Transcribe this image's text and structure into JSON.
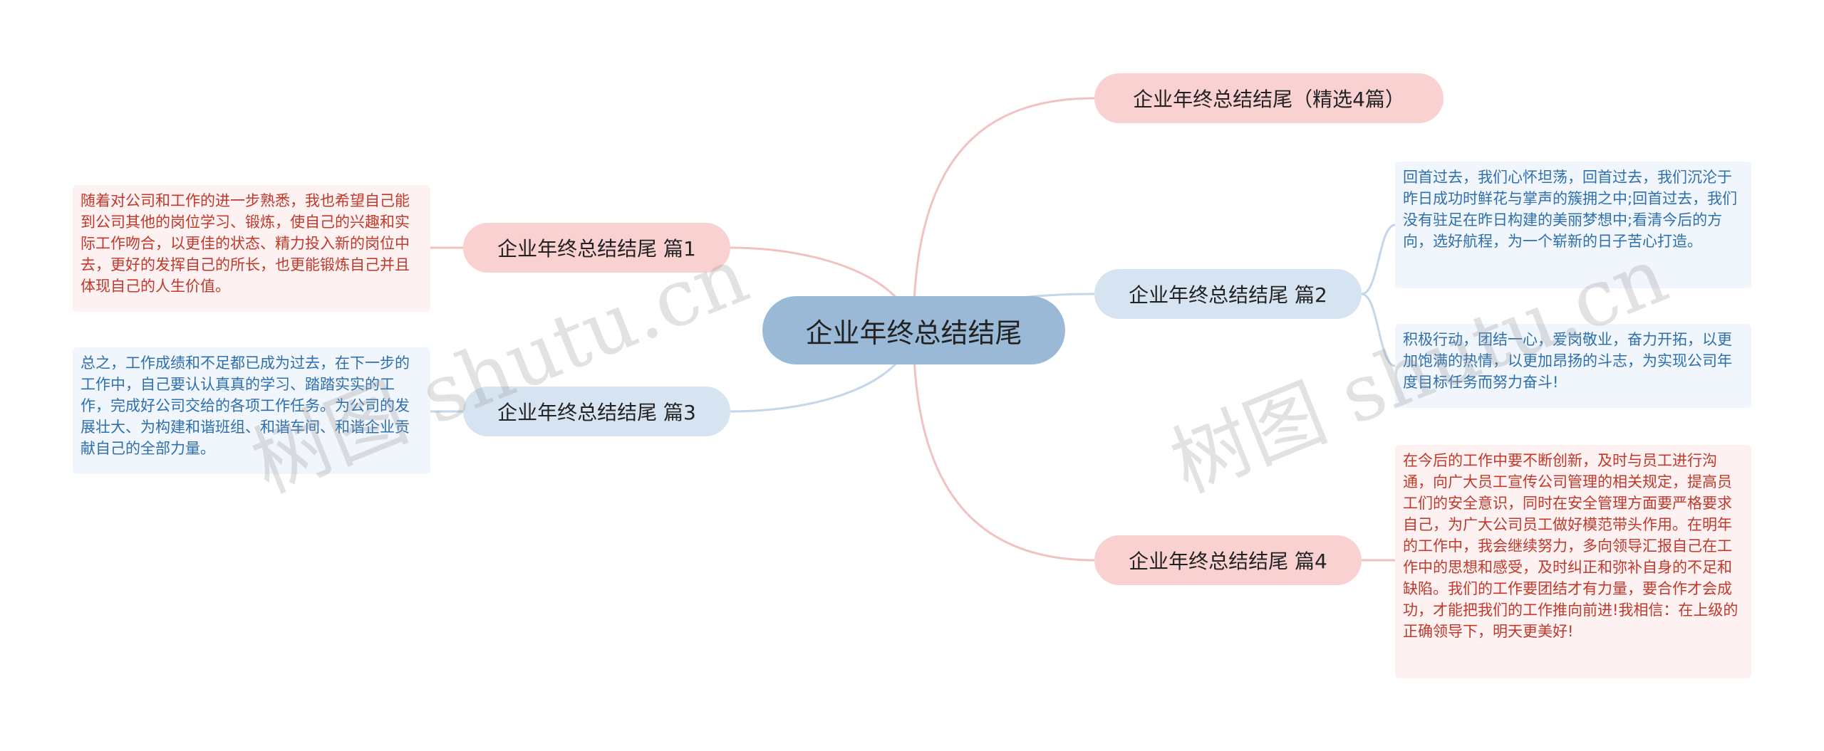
{
  "root": {
    "label": "企业年终总结结尾"
  },
  "branches": [
    {
      "label": "企业年终总结结尾（精选4篇）"
    },
    {
      "label": "企业年终总结结尾 篇1"
    },
    {
      "label": "企业年终总结结尾 篇2"
    },
    {
      "label": "企业年终总结结尾 篇3"
    },
    {
      "label": "企业年终总结结尾 篇4"
    }
  ],
  "leaves": {
    "p1": "随着对公司和工作的进一步熟悉，我也希望自己能到公司其他的岗位学习、锻炼，使自己的兴趣和实际工作吻合，以更佳的状态、精力投入新的岗位中去，更好的发挥自己的所长，也更能锻炼自己并且体现自己的人生价值。",
    "p2a": "回首过去，我们心怀坦荡，回首过去，我们沉沦于昨日成功时鲜花与掌声的簇拥之中;回首过去，我们没有驻足在昨日构建的美丽梦想中;看清今后的方向，选好航程，为一个崭新的日子苦心打造。",
    "p2b": "积极行动，团结一心，爱岗敬业，奋力开拓，以更加饱满的热情，以更加昂扬的斗志，为实现公司年度目标任务而努力奋斗!",
    "p3": "总之，工作成绩和不足都已成为过去，在下一步的工作中，自己要认认真真的学习、踏踏实实的工作，完成好公司交给的各项工作任务。为公司的发展壮大、为构建和谐班组、和谐车间、和谐企业贡献自己的全部力量。",
    "p4": "在今后的工作中要不断创新，及时与员工进行沟通，向广大员工宣传公司管理的相关规定，提高员工们的安全意识，同时在安全管理方面要严格要求自己，为广大公司员工做好模范带头作用。在明年的工作中，我会继续努力，多向领导汇报自己在工作中的思想和感受，及时纠正和弥补自身的不足和缺陷。我们的工作要团结才有力量，要合作才会成功，才能把我们的工作推向前进!我相信：在上级的正确领导下，明天更美好!"
  },
  "watermark": {
    "text": "树图 shutu.cn"
  },
  "colors": {
    "root": "#9ab9d7",
    "pink": "#f9d1d1",
    "blue": "#d6e4f2",
    "pink_link": "#f2c1c1",
    "blue_link": "#c3d6ea"
  }
}
